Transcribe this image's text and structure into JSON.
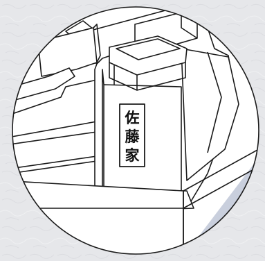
{
  "illustration": {
    "family_name_plaque": [
      "佐",
      "藤",
      "家"
    ]
  },
  "colors": {
    "background": "#e6e7ea",
    "circle_fill": "#ffffff",
    "lower_shadow": "#c9cfdd",
    "line": "#1a1a1a"
  }
}
